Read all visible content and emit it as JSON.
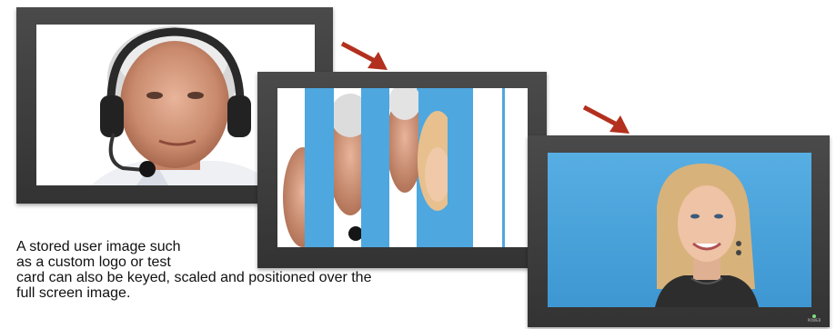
{
  "caption": {
    "line1": "A stored user image such",
    "line2": "as a custom logo or test",
    "line3": "card can also be keyed, scaled and positioned over the",
    "line4": "full screen image."
  },
  "monitor3": {
    "power_label": "POWER"
  },
  "colors": {
    "bezel": "#3c3c3c",
    "blue_background": "#4ea7df",
    "arrow": "#b3301e"
  }
}
